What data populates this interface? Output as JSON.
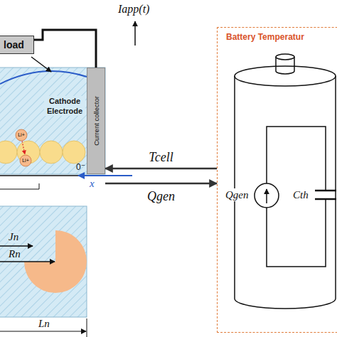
{
  "diagram": {
    "nodes": [
      {
        "text": [
          "load"
        ]
      },
      {
        "text": [
          "Cathode Electrode"
        ]
      },
      {
        "text": [
          "Current collector"
        ],
        "in": 1
      },
      {
        "text": [
          "Battery Temperatur"
        ]
      }
    ],
    "edges": [
      {
        "from": 0,
        "to": 2,
        "arrow": "none"
      },
      {
        "from": 3,
        "to": 1,
        "label": "Tcell",
        "arrow": "to"
      },
      {
        "from": 1,
        "to": 3,
        "label": "Qgen",
        "arrow": "to"
      }
    ],
    "labels": [
      "Iapp(t)",
      "Li+",
      "Li+",
      "0⁻",
      "x",
      "Jn",
      "Rn",
      "Ln",
      "Qgen",
      "Cth"
    ]
  }
}
